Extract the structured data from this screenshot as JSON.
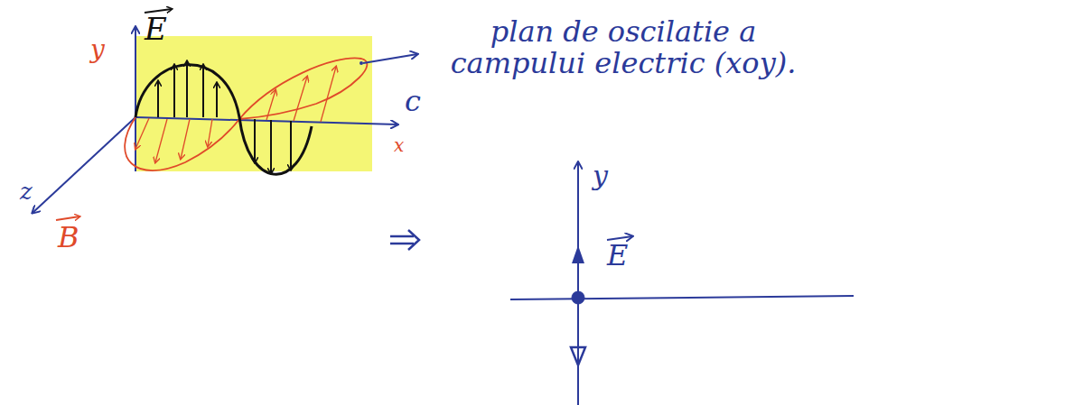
{
  "diagram": {
    "labels": [
      "y",
      "E",
      "c",
      "x",
      "z",
      "B",
      "plan de oscilatie a campului electric (xoy).",
      "y",
      "E"
    ]
  }
}
